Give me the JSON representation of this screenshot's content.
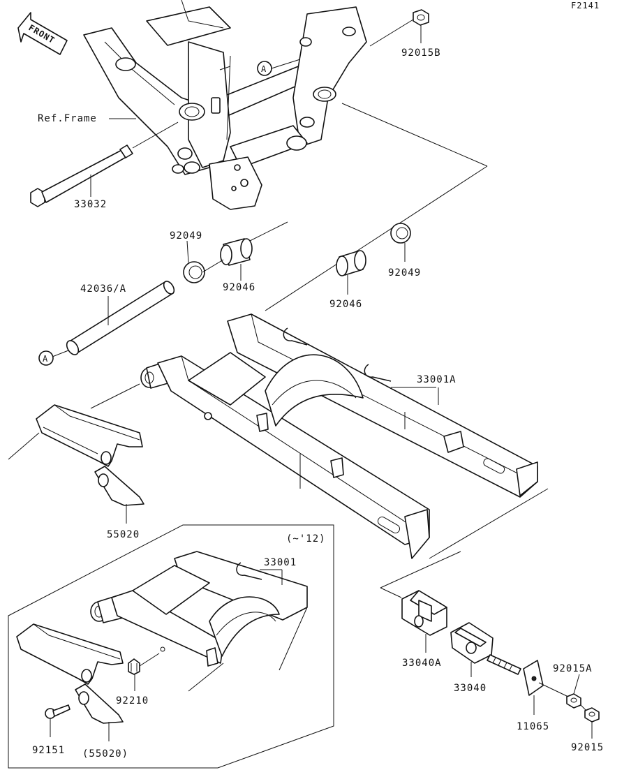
{
  "figure_code": "F2141",
  "front_indicator": "FRONT",
  "ref_frame_label": "Ref.Frame",
  "callout_a": "A",
  "variant_note": "(~'12)",
  "parts": {
    "nut_top": "92015B",
    "pivot_shaft": "33032",
    "seal_left": "92049",
    "bearing_left": "92046",
    "sleeve": "42036/A",
    "seal_right": "92049",
    "bearing_right": "92046",
    "swingarm_new": "33001A",
    "chain_guard": "55020",
    "swingarm_old": "33001",
    "chain_guard_old": "(55020)",
    "collar": "92210",
    "bolt_guard": "92151",
    "adjuster_block_a": "33040A",
    "adjuster_block": "33040",
    "adjuster_plate": "11065",
    "nut_a": "92015A",
    "nut": "92015"
  }
}
